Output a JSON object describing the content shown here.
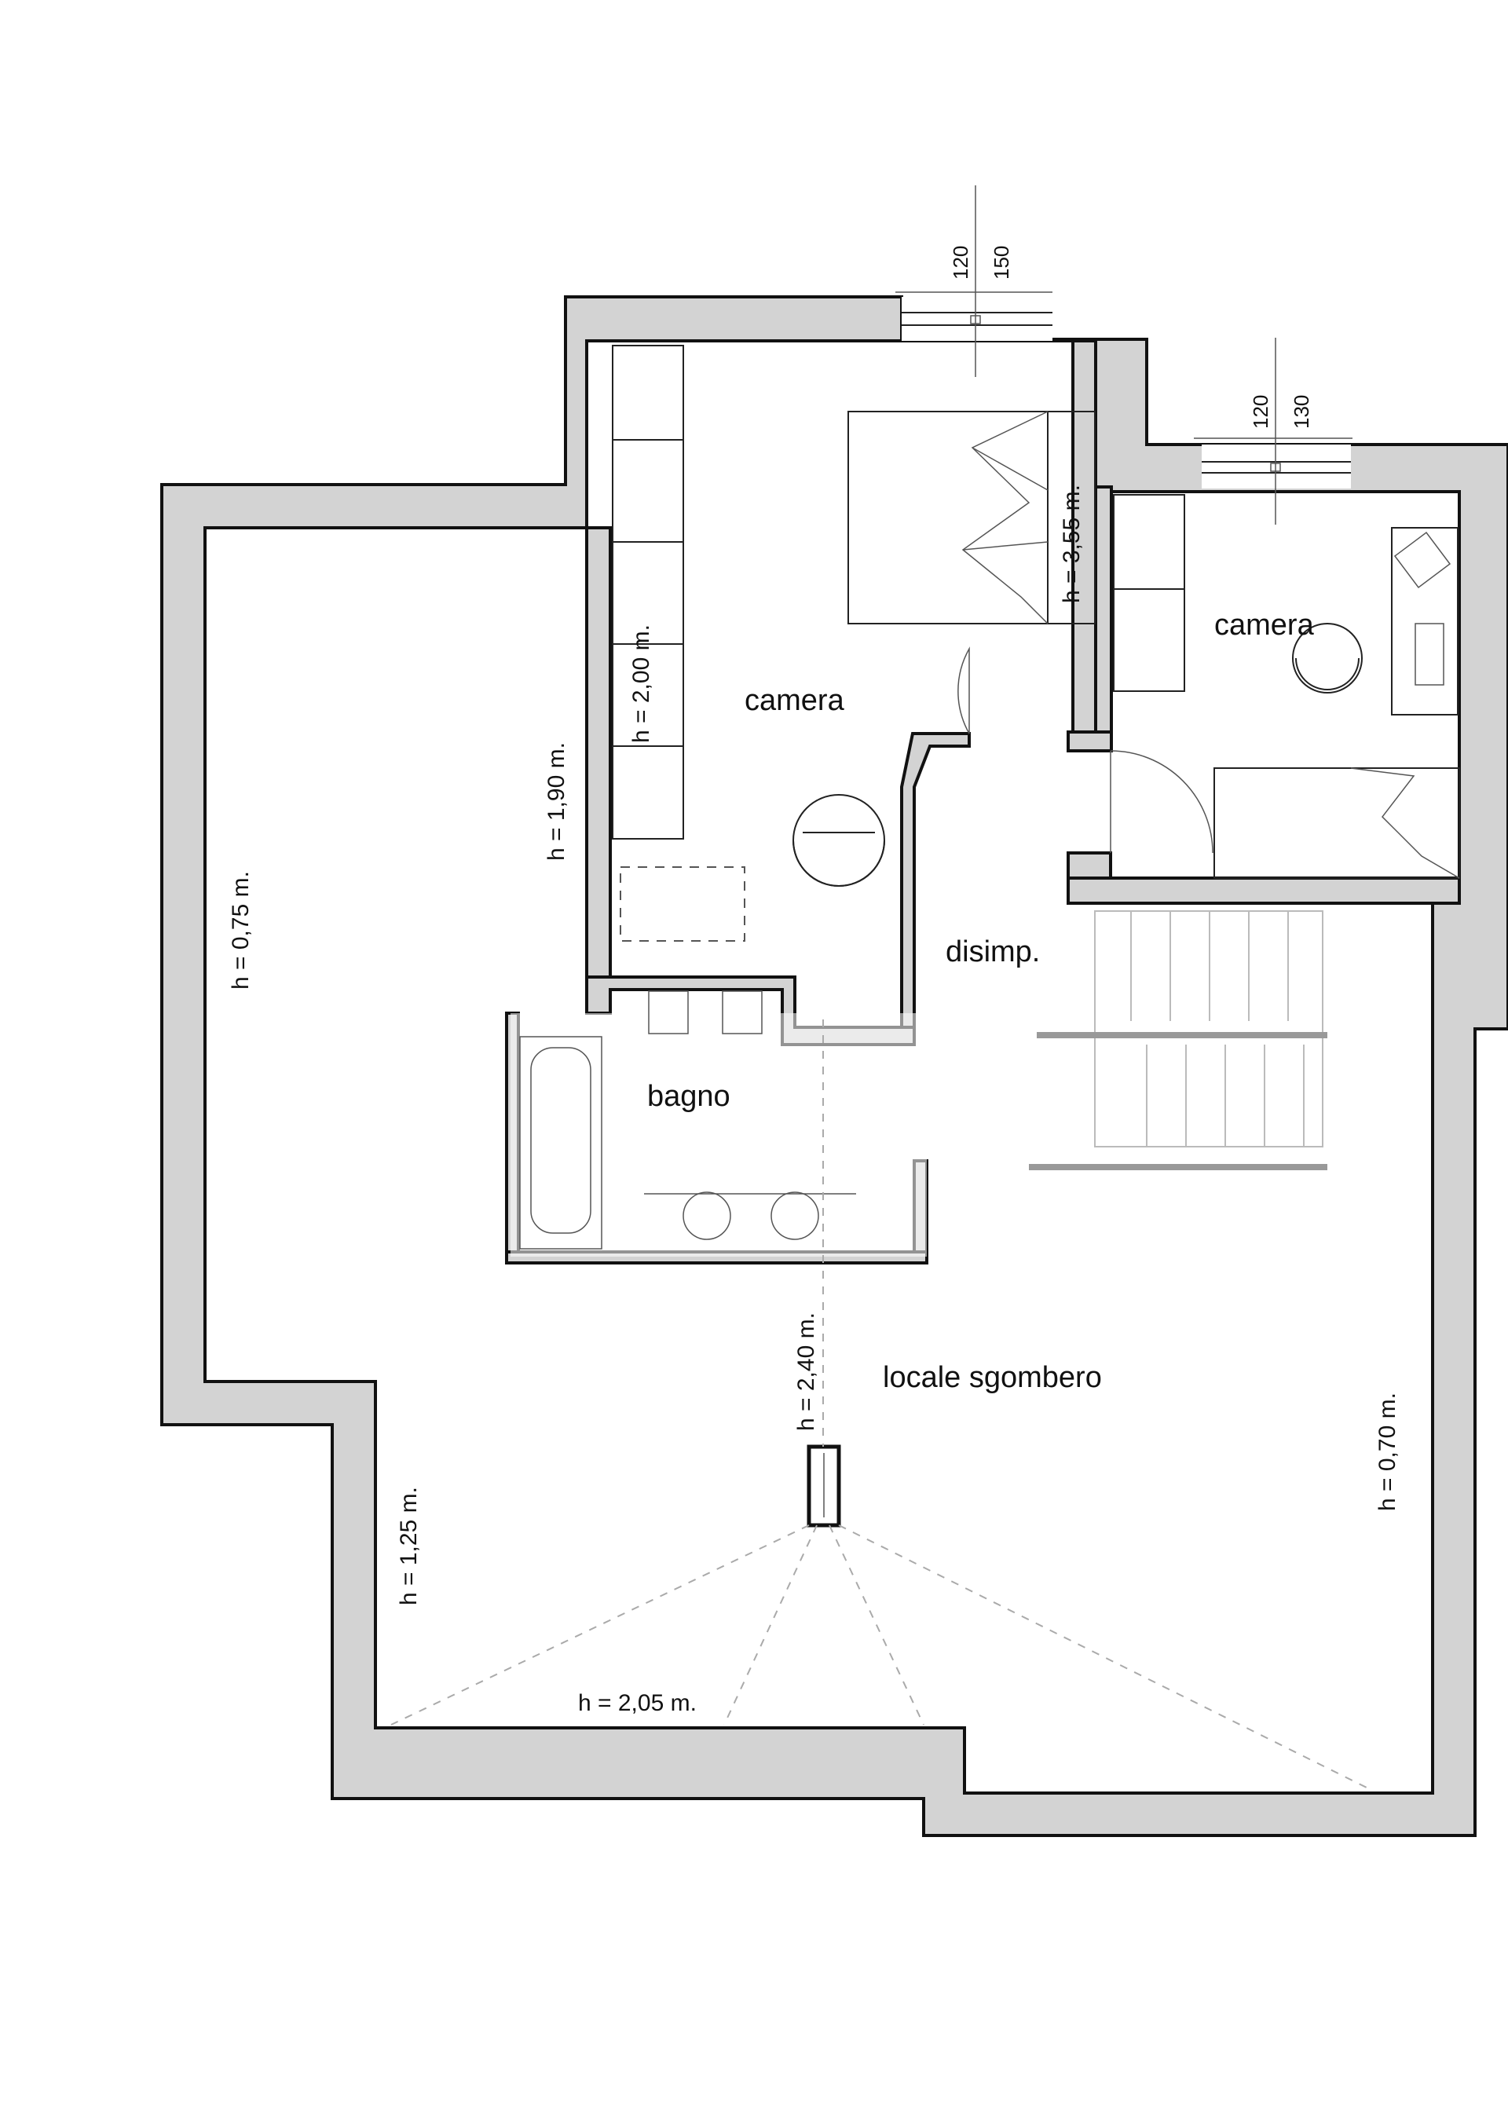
{
  "rooms": {
    "camera_main": "camera",
    "camera_small": "camera",
    "disimpegno": "disimp.",
    "bagno": "bagno",
    "locale_sgombero": "locale sgombero"
  },
  "heights": {
    "h_075": "h = 0,75 m.",
    "h_190": "h = 1,90 m.",
    "h_200": "h = 2,00 m.",
    "h_355": "h = 3,55 m.",
    "h_240": "h = 2,40 m.",
    "h_125": "h = 1,25 m.",
    "h_205": "h = 2,05 m.",
    "h_070": "h = 0,70 m."
  },
  "windows": {
    "main_width": "120",
    "main_height": "150",
    "small_width": "120",
    "small_height": "130"
  },
  "colors": {
    "wall_fill": "#d3d3d3",
    "wall_stroke": "#111111",
    "background": "#ffffff"
  }
}
